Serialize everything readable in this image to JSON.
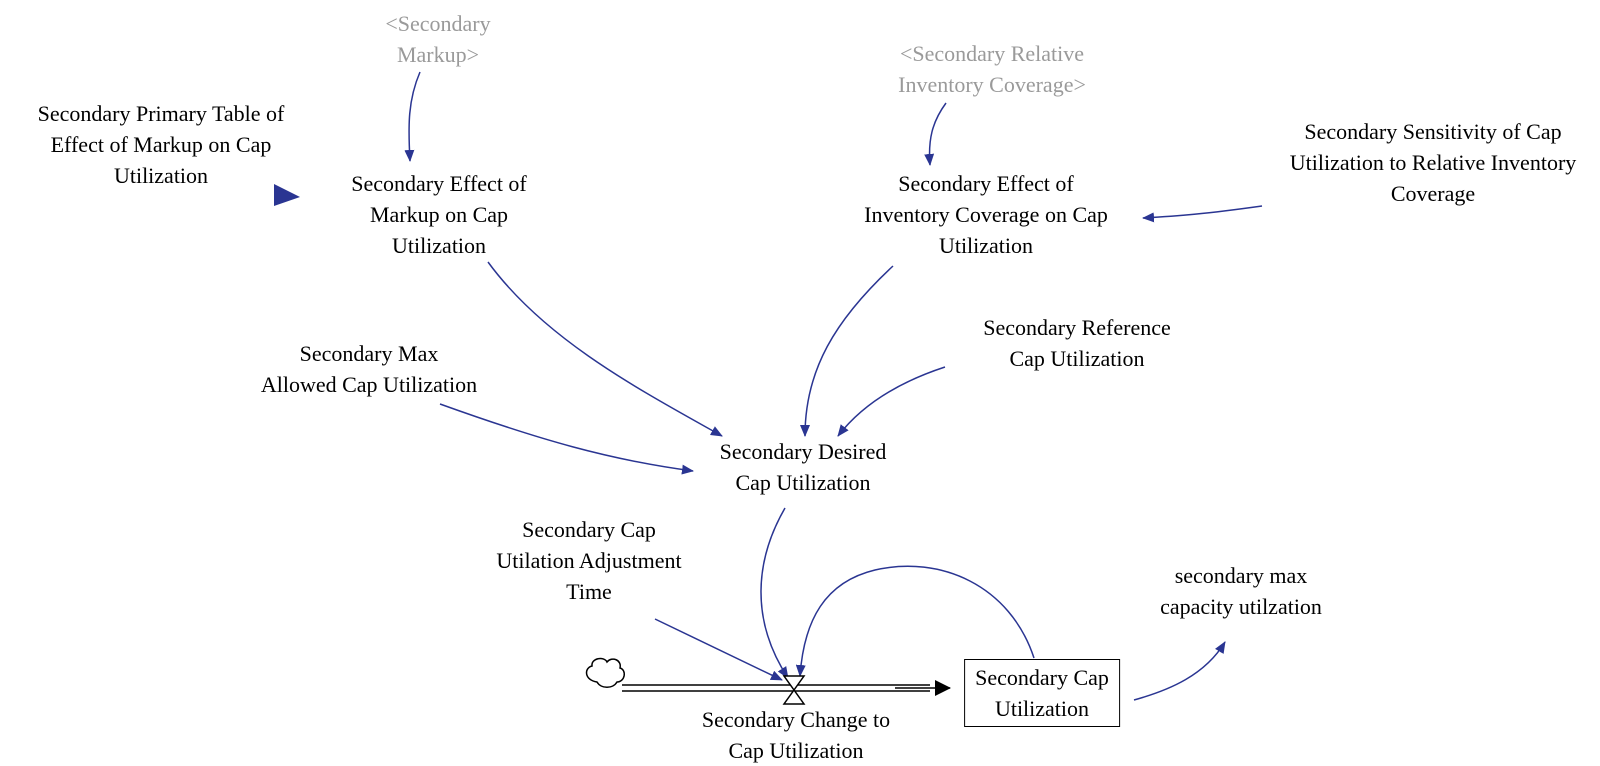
{
  "colors": {
    "link": "#2a3592",
    "flow": "#000000",
    "shadow_text": "#9a9a9a",
    "text": "#000000"
  },
  "nodes": {
    "secondary_markup_shadow": {
      "lines": [
        "<Secondary",
        "Markup>"
      ]
    },
    "secondary_relative_inventory_coverage_shadow": {
      "lines": [
        "<Secondary Relative",
        "Inventory Coverage>"
      ]
    },
    "secondary_primary_table_of_effect_of_markup": {
      "lines": [
        "Secondary Primary Table of",
        "Effect of Markup on Cap",
        "Utilization"
      ]
    },
    "secondary_effect_of_markup": {
      "lines": [
        "Secondary Effect of",
        "Markup on Cap",
        "Utilization"
      ]
    },
    "secondary_effect_of_inventory_coverage": {
      "lines": [
        "Secondary Effect of",
        "Inventory Coverage on Cap",
        "Utilization"
      ]
    },
    "secondary_sensitivity_of_cap_utilization": {
      "lines": [
        "Secondary Sensitivity of Cap",
        "Utilization to Relative Inventory",
        "Coverage"
      ]
    },
    "secondary_reference_cap_utilization": {
      "lines": [
        "Secondary Reference",
        "Cap Utilization"
      ]
    },
    "secondary_max_allowed_cap_utilization": {
      "lines": [
        "Secondary Max",
        "Allowed Cap Utilization"
      ]
    },
    "secondary_desired_cap_utilization": {
      "lines": [
        "Secondary Desired",
        "Cap Utilization"
      ]
    },
    "secondary_cap_utilation_adjustment_time": {
      "lines": [
        "Secondary Cap",
        "Utilation Adjustment",
        "Time"
      ]
    },
    "secondary_max_capacity_utilzation": {
      "lines": [
        "secondary max",
        "capacity utilzation"
      ]
    },
    "secondary_cap_utilization_stock": {
      "lines": [
        "Secondary Cap",
        "Utilization"
      ]
    },
    "secondary_change_to_cap_utilization": {
      "lines": [
        "Secondary Change to",
        "Cap Utilization"
      ]
    }
  }
}
